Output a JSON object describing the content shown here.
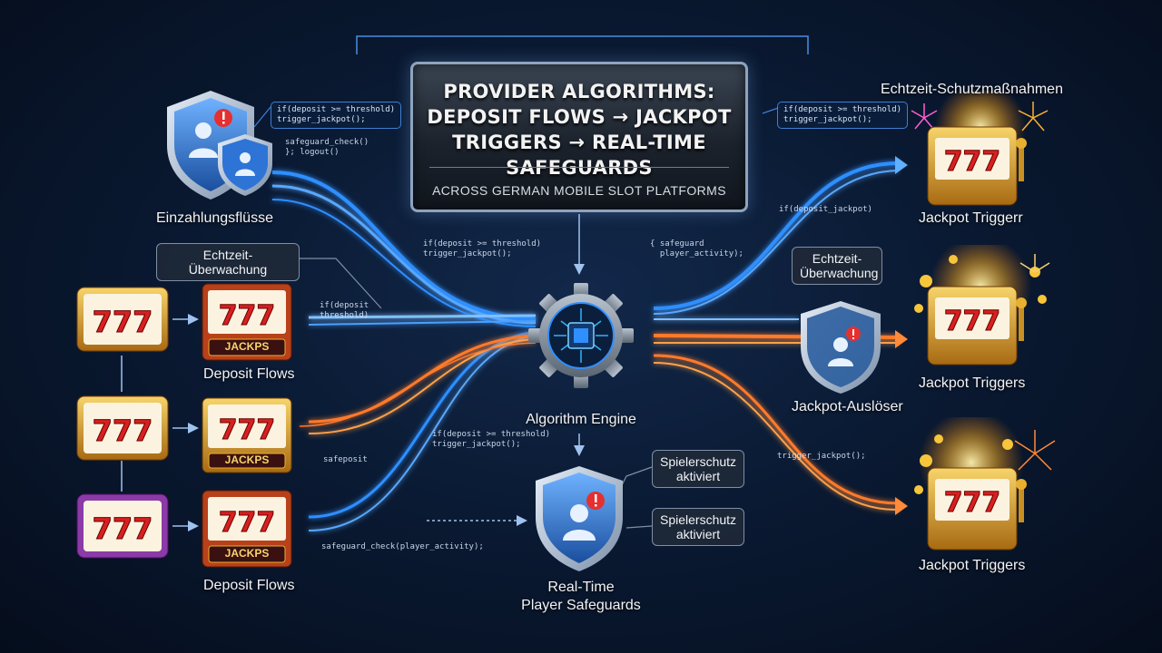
{
  "title": {
    "line1": "PROVIDER ALGORITHMS:",
    "line2": "DEPOSIT FLOWS → JACKPOT",
    "line3": "TRIGGERS → REAL-TIME SAFEGUARDS",
    "subtitle": "ACROSS GERMAN MOBILE SLOT PLATFORMS"
  },
  "left": {
    "einzahlung_label": "Einzahlungsflüsse",
    "ueberwachung_tag": "Echtzeit-Überwachung",
    "deposit_flows_1": "Deposit Flows",
    "deposit_flows_2": "Deposit Flows",
    "jackpot_labels": [
      "JACKPS",
      "JACKPS",
      "JACKPS"
    ],
    "code_top_box": "if(deposit >= threshold)\ntrigger_jackpot();",
    "code_top_plain": "safeguard_check()\n}; logout()",
    "code_if_deposit": "if(deposit\nthreshold)",
    "code_safedeposit": "safeposit",
    "code_safeguard_check": "safeguard_check(player_activity);"
  },
  "center": {
    "code_threshold": "if(deposit >= threshold)\ntrigger_jackpot();",
    "code_threshold_2": "if(deposit >= threshold)\ntrigger_jackpot();",
    "engine_label": "Algorithm Engine",
    "safeguard_label_1": "Real-Time",
    "safeguard_label_2": "Player Safeguards",
    "spieler_tag_1": "Spielerschutz\naktiviert",
    "spieler_tag_2": "Spielerschutz\naktiviert"
  },
  "right": {
    "schutz_label": "Echtzeit-Schutzmaßnahmen",
    "jackpot_trigger_1": "Jackpot Triggerr",
    "jackpot_trigger_2": "Jackpot Triggers",
    "jackpot_trigger_3": "Jackpot Triggers",
    "ausloser_label": "Jackpot-Auslöser",
    "ueberwachung_tag": "Echtzeit-\nÜberwachung",
    "code_top_box": "if(deposit >= threshold)\ntrigger_jackpot();",
    "code_jackpot": "if(deposit_jackpot)",
    "code_safeguard": "{ safeguard\n  player_activity);",
    "code_trigger": "trigger_jackpot();"
  },
  "colors": {
    "blue_flow": "#2f8fff",
    "orange_flow": "#ff7a2a",
    "accent_red": "#e53030",
    "gold": "#d9a520"
  }
}
